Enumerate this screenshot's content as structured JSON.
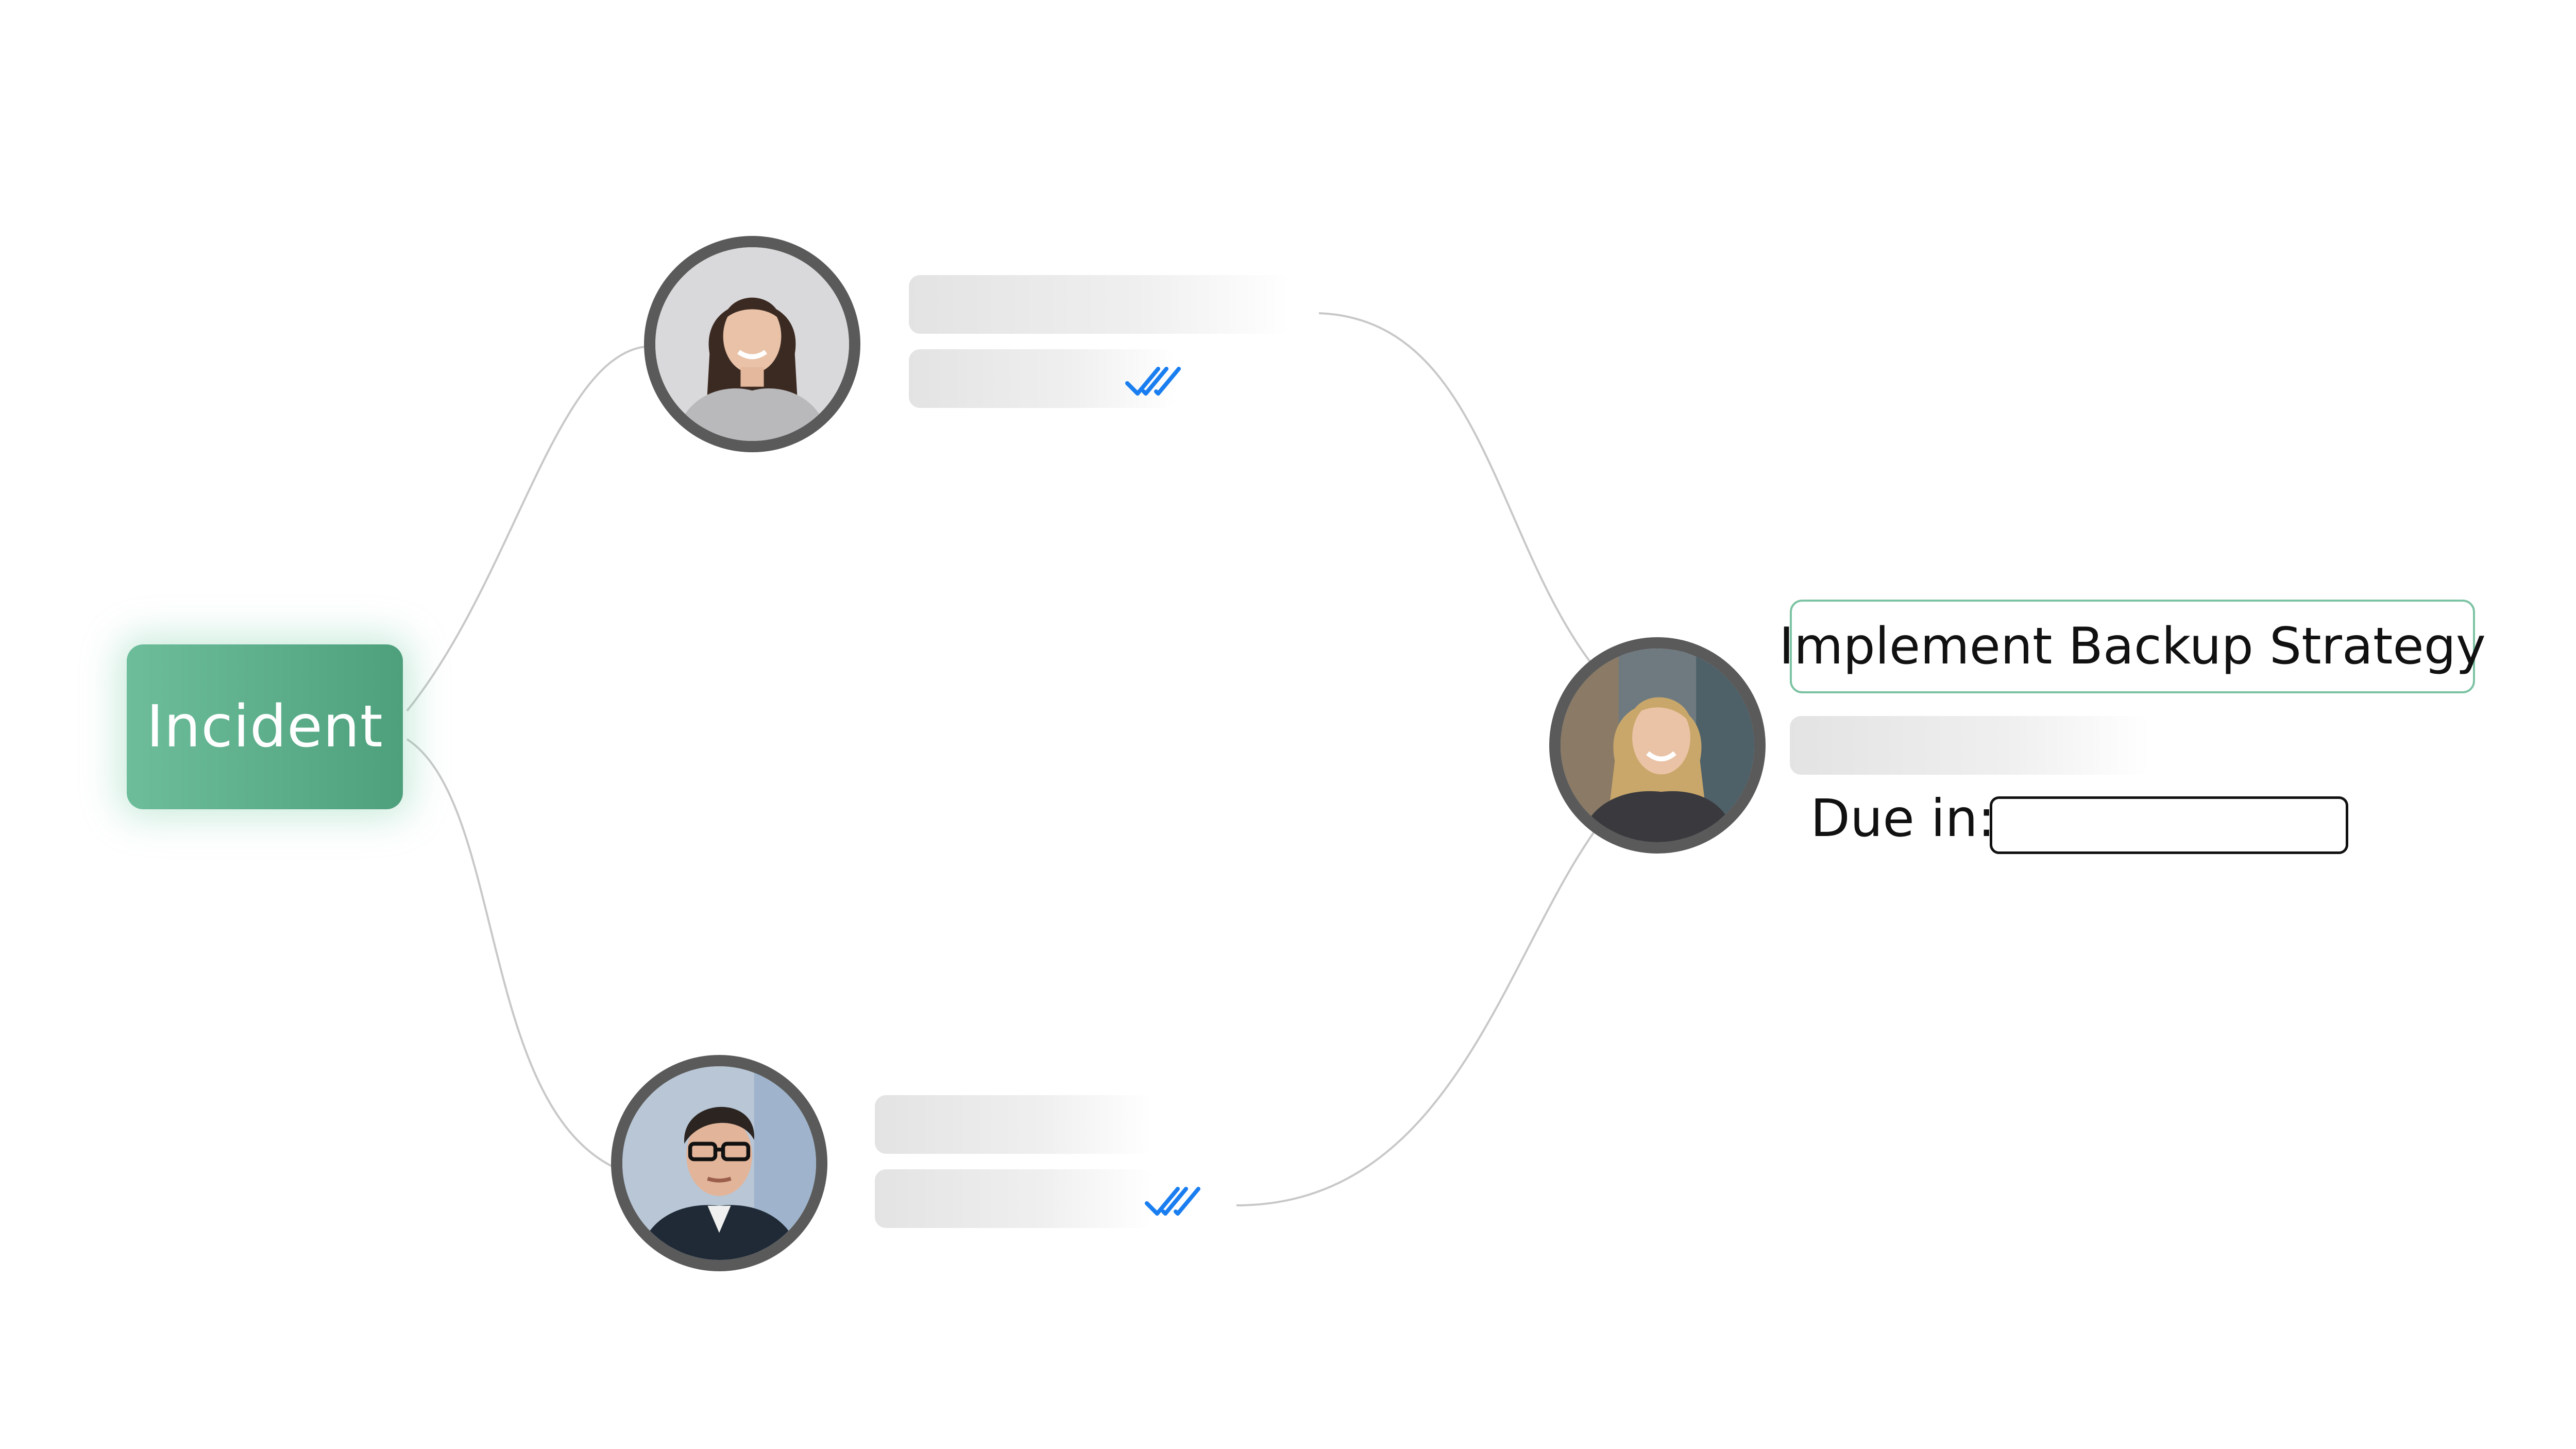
{
  "incident_node": {
    "label": "Incident",
    "color_start": "#6dbd9b",
    "color_end": "#4ea07c"
  },
  "people": [
    {
      "name": "top-assignee",
      "avatar_icon": "woman-portrait-icon",
      "read_icon": "double-check-icon",
      "read_icon_color": "#1a7ef0"
    },
    {
      "name": "bottom-assignee",
      "avatar_icon": "man-portrait-icon",
      "read_icon": "double-check-icon",
      "read_icon_color": "#1a7ef0"
    },
    {
      "name": "task-owner",
      "avatar_icon": "woman-portrait-icon"
    }
  ],
  "task": {
    "title": "Implement Backup Strategy",
    "due_label": "Due in:",
    "due_value": "",
    "border_color": "#7cc3a3"
  }
}
